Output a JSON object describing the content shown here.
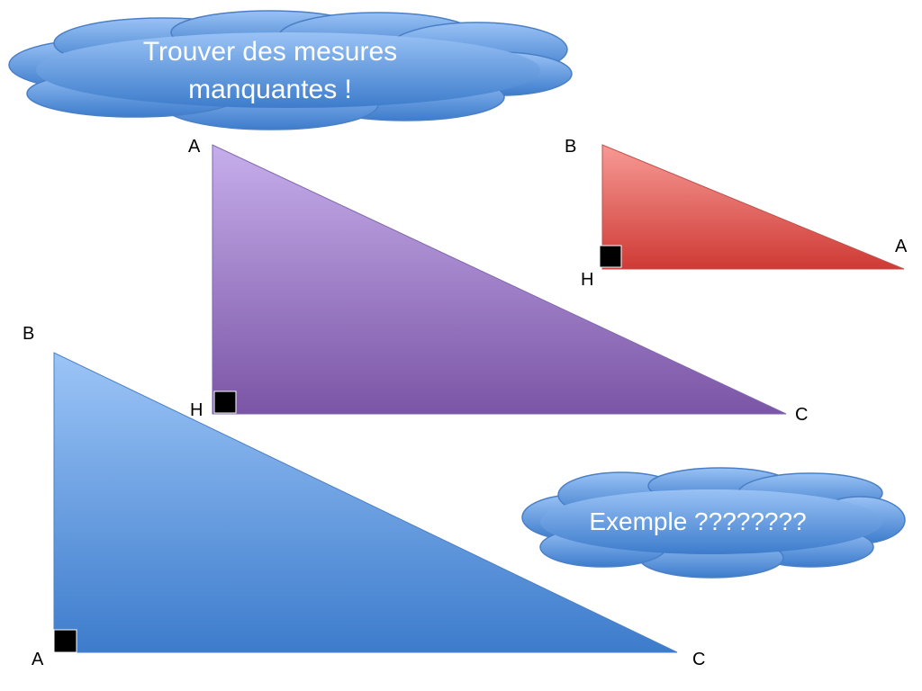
{
  "clouds": {
    "title": {
      "line1": "Trouver des mesures",
      "line2": "manquantes !"
    },
    "example": {
      "text": "Exemple ????????"
    }
  },
  "triangles": {
    "purple": {
      "color_top": "#c6aeeb",
      "color_bottom": "#7b55a6",
      "labels": {
        "top": "A",
        "right_angle": "H",
        "right": "C"
      }
    },
    "red": {
      "color_top": "#f79a95",
      "color_bottom": "#cf3a35",
      "labels": {
        "top": "B",
        "right_angle": "H",
        "right": "A"
      }
    },
    "blue": {
      "color_top": "#9cc5f7",
      "color_bottom": "#3d7ccc",
      "labels": {
        "top": "B",
        "right_angle": "A",
        "right": "C"
      }
    }
  },
  "colors": {
    "cloud_top": "#99c2f5",
    "cloud_bottom": "#3d7ccc",
    "cloud_stroke": "#4a7fc6"
  }
}
